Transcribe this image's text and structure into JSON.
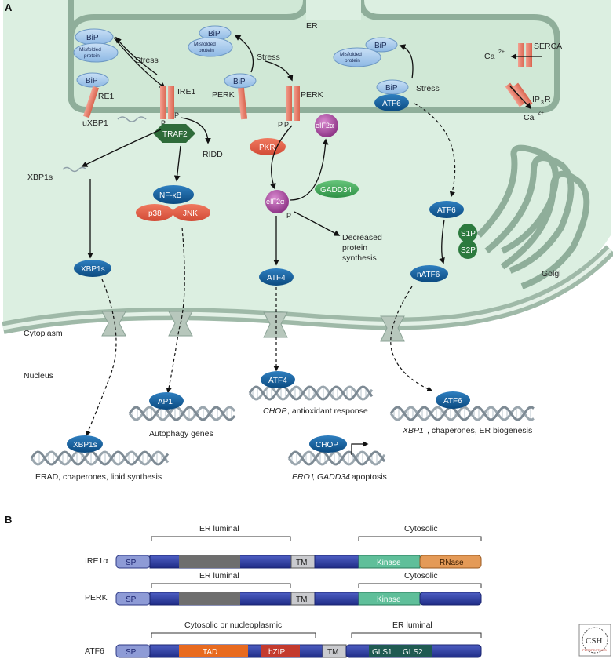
{
  "panel_a": {
    "label": "A",
    "compartments": {
      "er": "ER",
      "cytoplasm": "Cytoplasm",
      "nucleus": "Nucleus",
      "golgi": "Golgi"
    },
    "ire1_branch": {
      "bip": "BiP",
      "misfolded": "Misfolded protein",
      "stress": "Stress",
      "ire1_left": "IRE1",
      "ire1_right": "IRE1",
      "uxbp1": "uXBP1",
      "p1": "P",
      "p2": "P",
      "traf2": "TRAF2",
      "ridd": "RIDD",
      "xbp1s_mrna": "XBP1s",
      "xbp1s_protein": "XBP1s",
      "nfkb": "NF-κB",
      "p38": "p38",
      "jnk": "JNK",
      "ap1": "AP1",
      "ap1_target": "Autophagy genes",
      "xbp1s_nuc": "XBP1s",
      "xbp1s_target": "ERAD, chaperones, lipid synthesis"
    },
    "perk_branch": {
      "bip": "BiP",
      "misfolded": "Misfolded protein",
      "stress": "Stress",
      "perk_left": "PERK",
      "perk_right": "PERK",
      "p1": "P",
      "p2": "P",
      "pkr": "PKR",
      "eif2a_top": "eIF2α",
      "eif2a_bottom": "eIF2α",
      "eif2a_p": "P",
      "gadd34": "GADD34",
      "decreased": "Decreased protein synthesis",
      "atf4": "ATF4",
      "atf4_nuc": "ATF4",
      "atf4_target_italic": "CHOP",
      "atf4_target_rest": ", antioxidant response",
      "chop": "CHOP",
      "chop_target_italic_1": "ERO1",
      "chop_target_sep": ", ",
      "chop_target_italic_2": "GADD34",
      "chop_target_rest": ", apoptosis"
    },
    "atf6_branch": {
      "bip_free": "BiP",
      "misfolded": "Misfolded protein",
      "stress": "Stress",
      "bip_bound": "BiP",
      "atf6_er": "ATF6",
      "atf6_golgi": "ATF6",
      "s1p": "S1P",
      "s2p": "S2P",
      "natf6": "nATF6",
      "atf6_nuc": "ATF6",
      "atf6_target_italic": "XBP1",
      "atf6_target_rest": ", chaperones, ER biogenesis"
    },
    "calcium": {
      "serca": "SERCA",
      "ip3r": "IP",
      "ip3r_sub": "3",
      "ip3r_end": "R",
      "ca_top": "Ca",
      "ca_bottom": "Ca",
      "ca_sup": "2+"
    }
  },
  "panel_b": {
    "label": "B",
    "rows": [
      {
        "name": "IRE1α",
        "bracket_left": "ER luminal",
        "bracket_right": "Cytosolic",
        "sp": "SP",
        "tm": "TM",
        "kinase": "Kinase",
        "rnase": "RNase"
      },
      {
        "name": "PERK",
        "bracket_left": "ER luminal",
        "bracket_right": "Cytosolic",
        "sp": "SP",
        "tm": "TM",
        "kinase": "Kinase"
      },
      {
        "name": "ATF6",
        "bracket_left": "Cytosolic or nucleoplasmic",
        "bracket_right": "ER luminal",
        "sp": "SP",
        "tad": "TAD",
        "bzip": "bZIP",
        "tm": "TM",
        "gls1": "GLS1",
        "gls2": "GLS2"
      }
    ]
  },
  "logo": {
    "text": "CSH",
    "subtext": "PERSPECTIVES"
  },
  "colors": {
    "cytoplasm": "#dcefe1",
    "er_lumen": "#d3ead9",
    "er_membrane": "#8fb09c",
    "nucleus": "#ffffff",
    "bip": "#9ec4ea",
    "tf_blue": "#0f5a94",
    "traf2": "#2f6f3b",
    "red_kinase": "#e35b45",
    "eif2a": "#a64a9c",
    "gadd34": "#49a85a",
    "domain_blue": "#2b3a9c",
    "domain_grey": "#6e6e6e",
    "kinase": "#5dbf99",
    "rnase": "#e39a55",
    "tad": "#e86a1f",
    "bzip": "#c43a2e",
    "gls": "#1f5a52"
  }
}
